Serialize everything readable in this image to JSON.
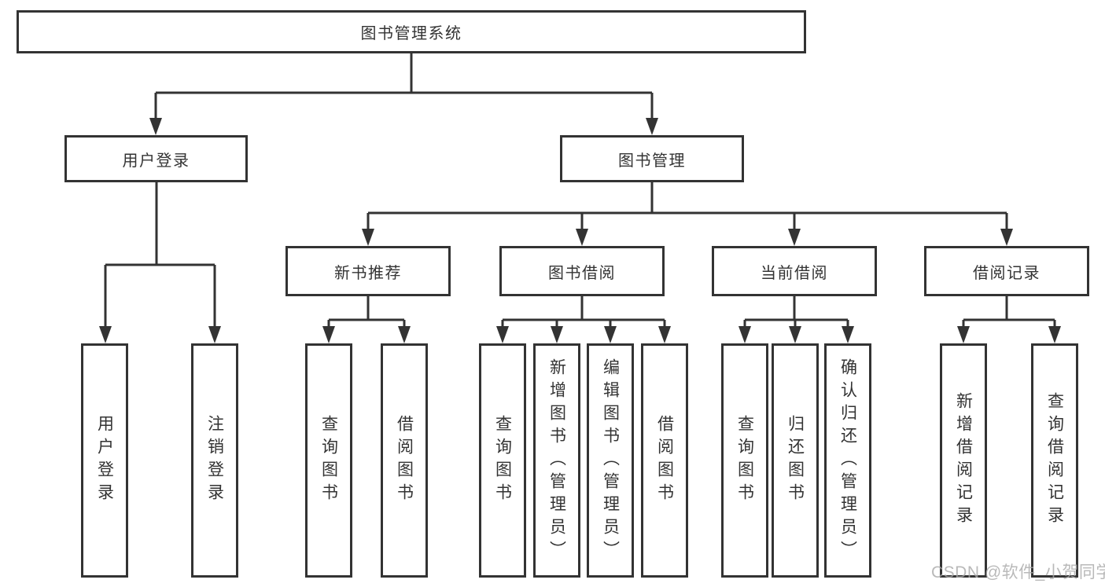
{
  "colors": {
    "line": "#333333",
    "text": "#333333",
    "watermark": "#a8a8a8",
    "background": "#ffffff"
  },
  "watermark": "CSDN @软件_小贺同学",
  "tree": {
    "label": "图书管理系统",
    "children": [
      {
        "label": "用户登录",
        "children": [
          {
            "label": "用户登录"
          },
          {
            "label": "注销登录"
          }
        ]
      },
      {
        "label": "图书管理",
        "children": [
          {
            "label": "新书推荐",
            "children": [
              {
                "label": "查询图书"
              },
              {
                "label": "借阅图书"
              }
            ]
          },
          {
            "label": "图书借阅",
            "children": [
              {
                "label": "查询图书"
              },
              {
                "label": "新增图书（管理员）"
              },
              {
                "label": "编辑图书（管理员）"
              },
              {
                "label": "借阅图书"
              }
            ]
          },
          {
            "label": "当前借阅",
            "children": [
              {
                "label": "查询图书"
              },
              {
                "label": "归还图书"
              },
              {
                "label": "确认归还（管理员）"
              }
            ]
          },
          {
            "label": "借阅记录",
            "children": [
              {
                "label": "新增借阅记录"
              },
              {
                "label": "查询借阅记录"
              }
            ]
          }
        ]
      }
    ]
  }
}
